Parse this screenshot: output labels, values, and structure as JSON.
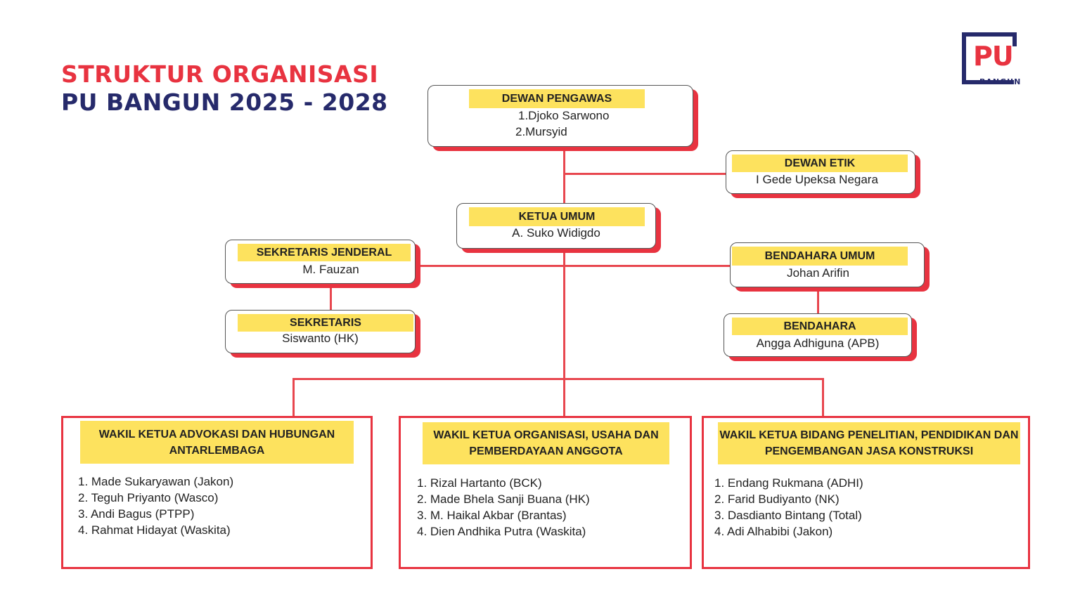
{
  "header": {
    "title_line1": "STRUKTUR ORGANISASI",
    "title_line2": "PU BANGUN 2025 - 2028"
  },
  "logo": {
    "mark": "PU",
    "subtitle": "BANGUN"
  },
  "dewan_pengawas": {
    "title": "DEWAN PENGAWAS",
    "members": [
      "1.Djoko Sarwono",
      "2.Mursyid"
    ]
  },
  "dewan_etik": {
    "title": "DEWAN ETIK",
    "member": "I Gede Upeksa Negara"
  },
  "ketua_umum": {
    "title": "KETUA UMUM",
    "member": "A. Suko Widigdo"
  },
  "sekretaris_jenderal": {
    "title": "SEKRETARIS JENDERAL",
    "member": "M. Fauzan"
  },
  "sekretaris": {
    "title": "SEKRETARIS",
    "member": "Siswanto (HK)"
  },
  "bendahara_umum": {
    "title": "BENDAHARA UMUM",
    "member": "Johan Arifin"
  },
  "bendahara": {
    "title": "BENDAHARA",
    "member": "Angga Adhiguna (APB)"
  },
  "wakil_advokasi": {
    "title": "WAKIL KETUA ADVOKASI DAN HUBUNGAN ANTARLEMBAGA",
    "members": [
      "1. Made Sukaryawan (Jakon)",
      "2. Teguh Priyanto (Wasco)",
      "3. Andi Bagus (PTPP)",
      "4. Rahmat Hidayat (Waskita)"
    ]
  },
  "wakil_organisasi": {
    "title": "WAKIL KETUA ORGANISASI, USAHA DAN PEMBERDAYAAN ANGGOTA",
    "members": [
      "1. Rizal Hartanto (BCK)",
      "2. Made Bhela Sanji Buana (HK)",
      "3. M. Haikal Akbar (Brantas)",
      "4. Dien Andhika Putra (Waskita)"
    ]
  },
  "wakil_penelitian": {
    "title": "WAKIL KETUA BIDANG PENELITIAN, PENDIDIKAN DAN PENGEMBANGAN JASA KONSTRUKSI",
    "members": [
      "1. Endang Rukmana (ADHI)",
      "2. Farid Budiyanto (NK)",
      "3. Dasdianto Bintang (Total)",
      "4. Adi Alhabibi (Jakon)"
    ]
  },
  "colors": {
    "accent_red": "#e83340",
    "navy": "#262a6b",
    "header_yellow": "#fde25e"
  }
}
